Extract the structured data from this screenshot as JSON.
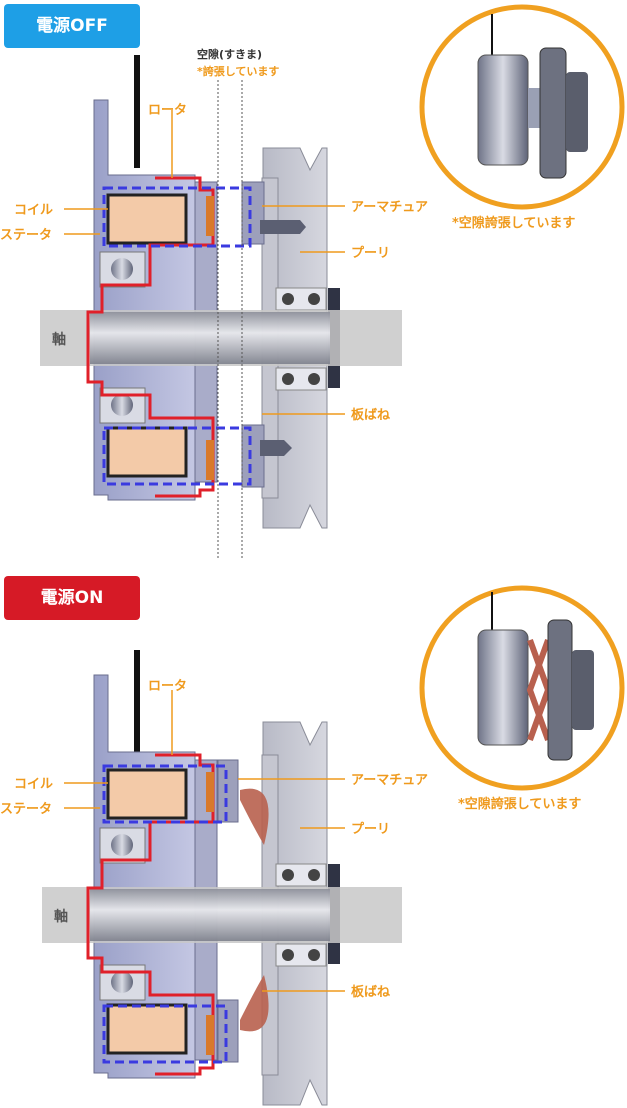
{
  "sections": [
    {
      "state": "電源OFF",
      "gap_label": "空隙(すきま)",
      "gap_note": "*誇張しています",
      "labels": {
        "rotor": "ロータ",
        "coil": "コイル",
        "stator": "ステータ",
        "armature": "アーマチュア",
        "pulley": "プーリ",
        "shaft": "軸",
        "leaf_spring": "板ばね"
      },
      "inset_note": "*空隙誇張しています"
    },
    {
      "state": "電源ON",
      "labels": {
        "rotor": "ロータ",
        "coil": "コイル",
        "stator": "ステータ",
        "armature": "アーマチュア",
        "pulley": "プーリ",
        "shaft": "軸",
        "leaf_spring": "板ばね"
      },
      "inset_note": "*空隙誇張しています"
    }
  ],
  "colors": {
    "off_badge": "#1e9fe6",
    "on_badge": "#d61a26",
    "label": "#ef9a1d",
    "rotor_outline": "#e0202a",
    "magnetic_path": "#3a3ae0"
  }
}
